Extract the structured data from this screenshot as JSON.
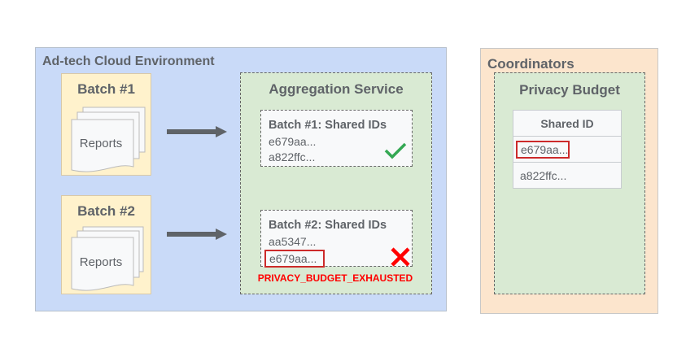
{
  "environment": {
    "title": "Ad-tech Cloud Environment",
    "batches": [
      {
        "label": "Batch #1",
        "doc_label": "Reports"
      },
      {
        "label": "Batch #2",
        "doc_label": "Reports"
      }
    ]
  },
  "aggregation": {
    "title": "Aggregation Service",
    "batches": [
      {
        "title": "Batch #1: Shared IDs",
        "ids": [
          "e679aa...",
          "a822ffc..."
        ],
        "status_icon": "check-icon"
      },
      {
        "title": "Batch #2: Shared IDs",
        "ids": [
          "aa5347...",
          "e679aa..."
        ],
        "highlighted_id": "e679aa...",
        "status_icon": "x-icon"
      }
    ],
    "error": "PRIVACY_BUDGET_EXHAUSTED"
  },
  "coordinators": {
    "title": "Coordinators",
    "privacy_budget": {
      "title": "Privacy Budget",
      "column": "Shared ID",
      "rows": [
        "e679aa...",
        "a822ffc..."
      ],
      "highlighted_row": "e679aa..."
    }
  },
  "colors": {
    "environment": "#c9daf8",
    "batch": "#fff2cc",
    "service": "#d9ead3",
    "coordinators": "#fce5cd",
    "error": "#ff0000",
    "check": "#34a853",
    "highlight": "#cc2a2a"
  }
}
